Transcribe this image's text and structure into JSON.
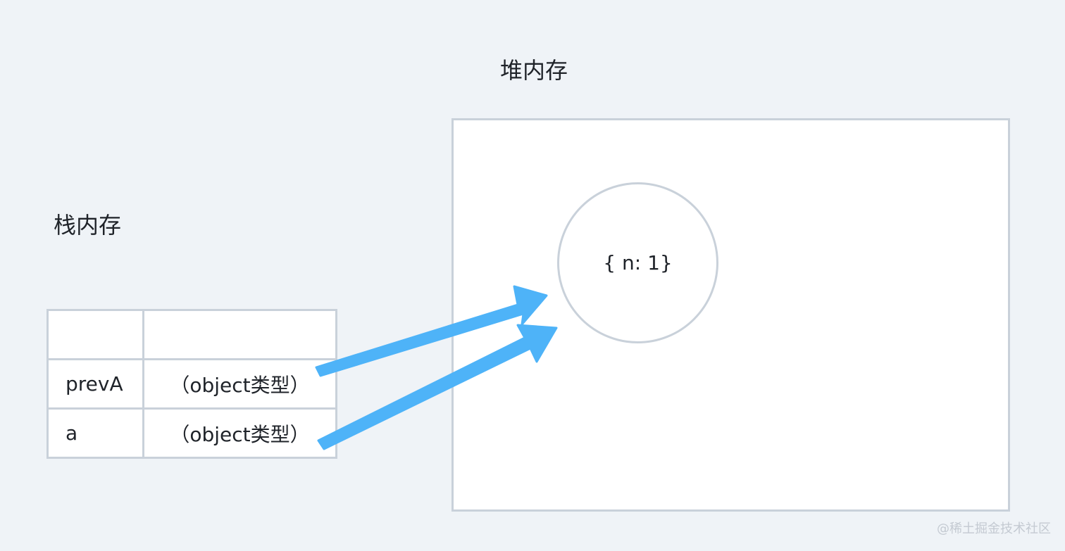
{
  "heap": {
    "title": "堆内存",
    "object": "{ n: 1}"
  },
  "stack": {
    "title": "栈内存",
    "rows": [
      {
        "name": "",
        "value": ""
      },
      {
        "name": "prevA",
        "value": "（object类型）"
      },
      {
        "name": "a",
        "value": "（object类型）"
      }
    ]
  },
  "watermark": "@稀土掘金技术社区",
  "colors": {
    "background": "#eff3f7",
    "border": "#c9d1da",
    "arrow": "#4eb3f8",
    "text": "#1f2329"
  }
}
